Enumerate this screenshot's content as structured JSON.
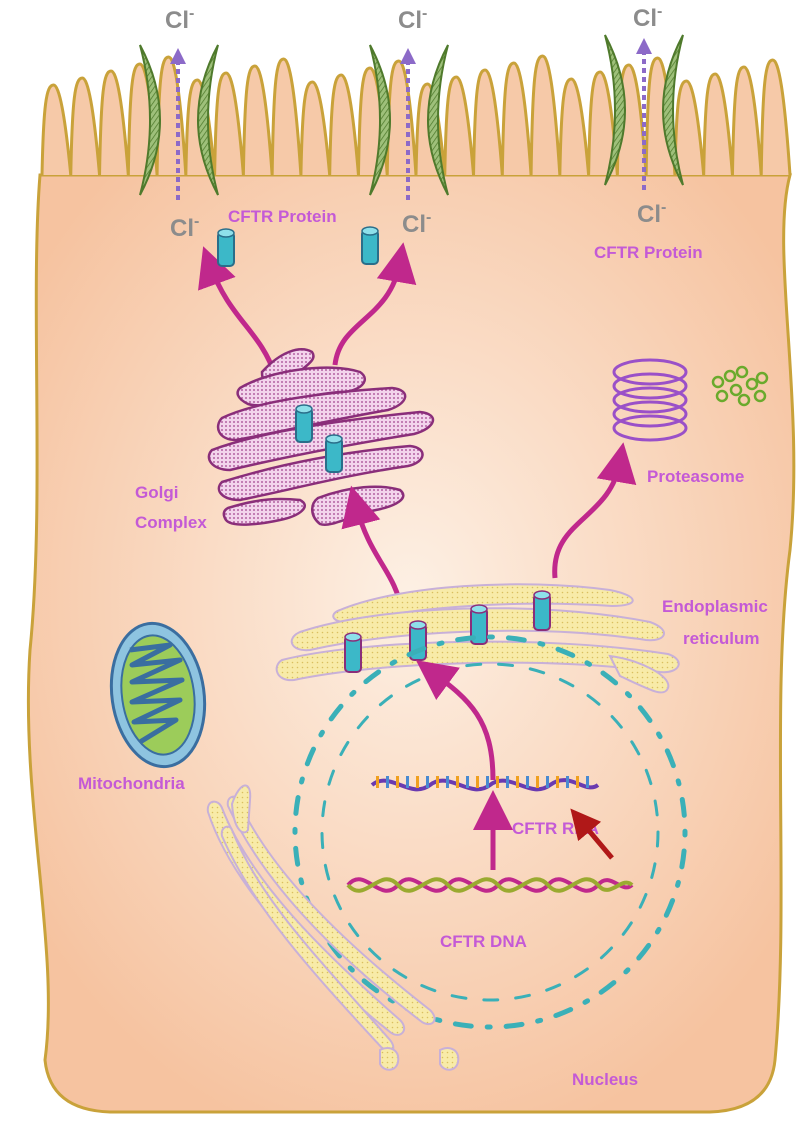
{
  "labels": {
    "chloride": "Cl",
    "chloride_charge": "-",
    "cftr_protein_left": "CFTR Protein",
    "cftr_protein_right": "CFTR Protein",
    "golgi_line1": "Golgi",
    "golgi_line2": "Complex",
    "proteasome": "Proteasome",
    "er_line1": "Endoplasmic",
    "er_line2": "reticulum",
    "mitochondria": "Mitochondria",
    "cftr_rna": "CFTR RNA",
    "cftr_dna": "CFTR DNA",
    "nucleus": "Nucleus"
  },
  "colors": {
    "cell_fill": "#f6c9a8",
    "cell_center": "#fdeee2",
    "cell_outline": "#c9a23a",
    "label_purple": "#c45ad6",
    "label_grey": "#8c8c8c",
    "arrow_magenta": "#c0288c",
    "nucleus_arrow": "#b01818",
    "channel_green": "#5f8c3c",
    "protein_teal": "#3cb8c8",
    "golgi": "#b04a9a",
    "er_yellow": "#f7e79a",
    "mito_outer": "#5a9ac8",
    "mito_inner": "#8cc04a"
  }
}
